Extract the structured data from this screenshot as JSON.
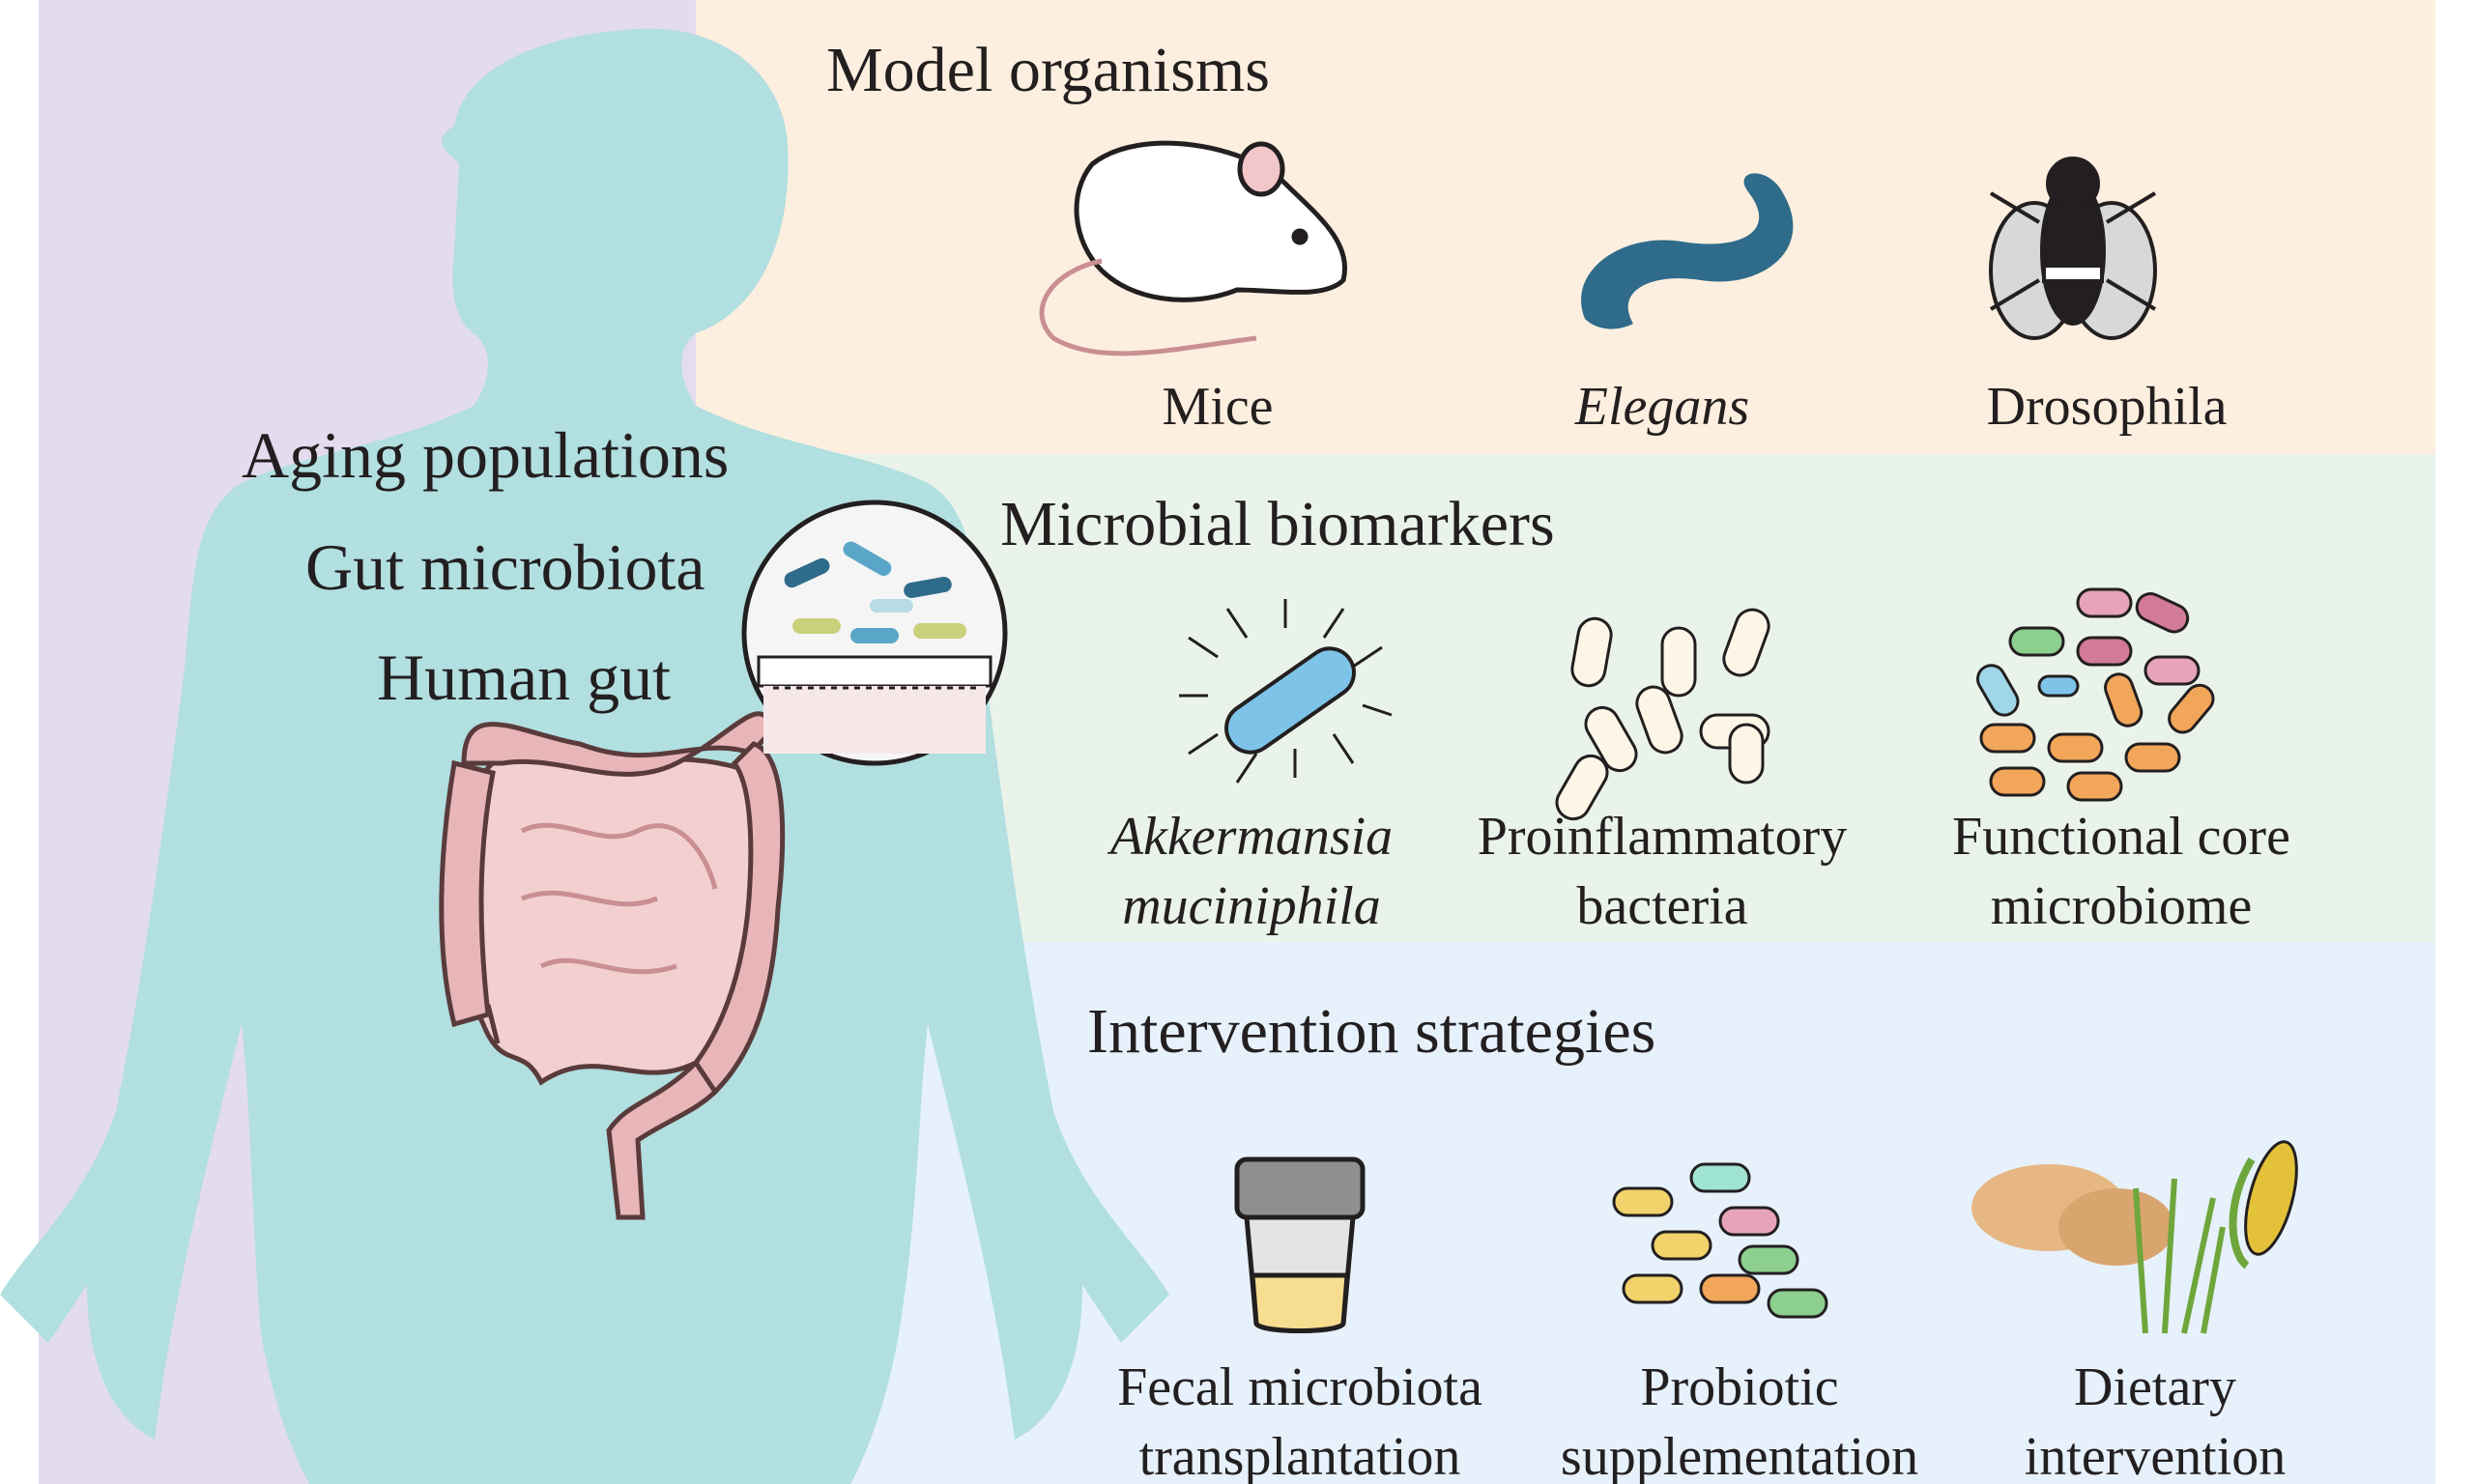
{
  "left_labels": {
    "aging": "Aging populations",
    "gut_microbiota": "Gut microbiota",
    "human_gut": "Human gut"
  },
  "model_organisms": {
    "title": "Model organisms",
    "items": [
      "Mice",
      "Elegans",
      "Drosophila"
    ]
  },
  "microbial_biomarkers": {
    "title": "Microbial biomarkers",
    "akkermansia": [
      "Akkermansia",
      "muciniphila"
    ],
    "proinflammatory": [
      "Proinflammatory",
      "bacteria"
    ],
    "functional": [
      "Functional core",
      "microbiome"
    ]
  },
  "intervention_strategies": {
    "title": "Intervention strategies",
    "fecal": [
      "Fecal microbiota",
      "transplantation"
    ],
    "probiotic": [
      "Probiotic",
      "supplementation"
    ],
    "dietary": [
      "Dietary",
      "intervention"
    ]
  },
  "colors": {
    "left_panel": "#e3dcee",
    "model_band": "#fdefdf",
    "biomarker_band": "#eaf3ea",
    "intervention_band": "#e6f1fb",
    "silhouette": "#b2dfe0",
    "intestine": "#e8b6b8",
    "worm": "#2f6b8a"
  }
}
